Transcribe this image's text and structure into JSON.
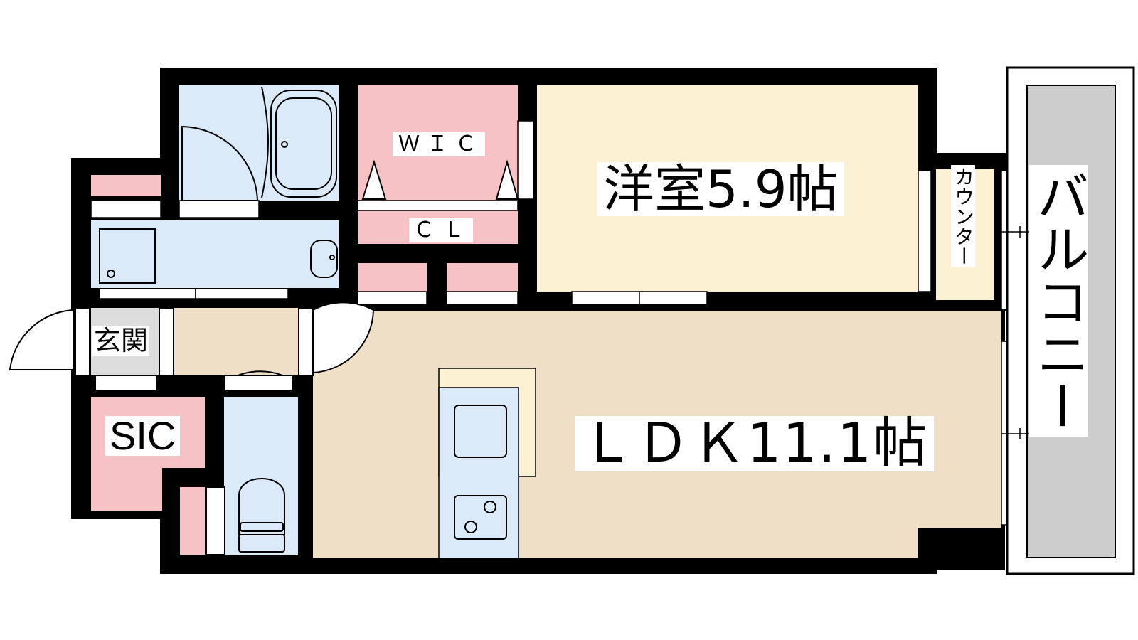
{
  "rooms": {
    "western_room": "洋室5.9帖",
    "ldk": "ＬＤＫ11.1帖",
    "wic": "ＷＩＣ",
    "cl": "ＣＬ",
    "entrance": "玄関",
    "sic": "SIC",
    "counter": "カウンター",
    "balcony": "バルコニー"
  },
  "colors": {
    "wall": "#000000",
    "wet_area": "#dbeaf9",
    "storage": "#f7c2c4",
    "western_room": "#fcf0d2",
    "ldk": "#efdfc6",
    "balcony": "#cccccc",
    "entrance_floor": "#dddddd"
  }
}
